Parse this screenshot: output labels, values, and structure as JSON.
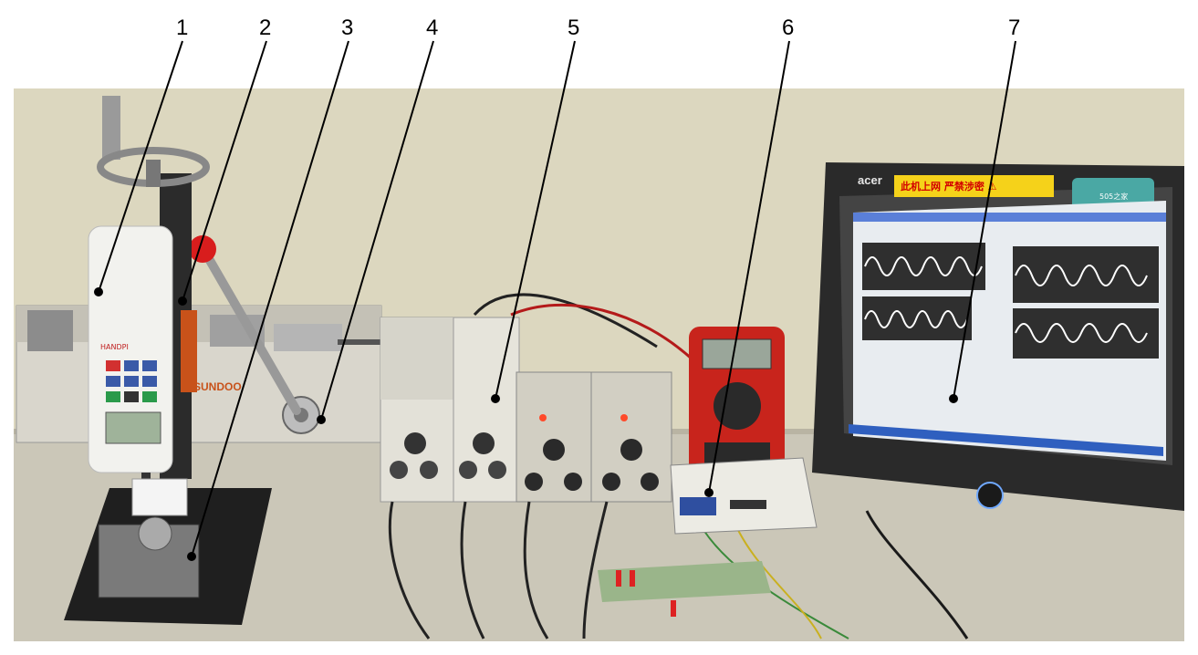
{
  "callouts": [
    "1",
    "2",
    "3",
    "4",
    "5",
    "6",
    "7"
  ],
  "labels": {
    "gauge_brand": "HANDPI",
    "stand_brand": "SUNDOO",
    "monitor_brand": "acer",
    "warning_sign": "此机上网 严禁涉密 ⚠",
    "sticker": "505之家"
  },
  "colors": {
    "wall": "#dcd7bf",
    "bench": "#cbc7b8",
    "monitor": "#2a2a2a",
    "waveform": "#ffffff",
    "plot_bg": "#3b3b3b",
    "multimeter": "#c8241c",
    "knob_red": "#d81d1d"
  },
  "icons": [
    "force-gauge",
    "test-stand",
    "fixture",
    "handwheel",
    "amplifier",
    "daq-device",
    "monitor",
    "multimeter"
  ]
}
